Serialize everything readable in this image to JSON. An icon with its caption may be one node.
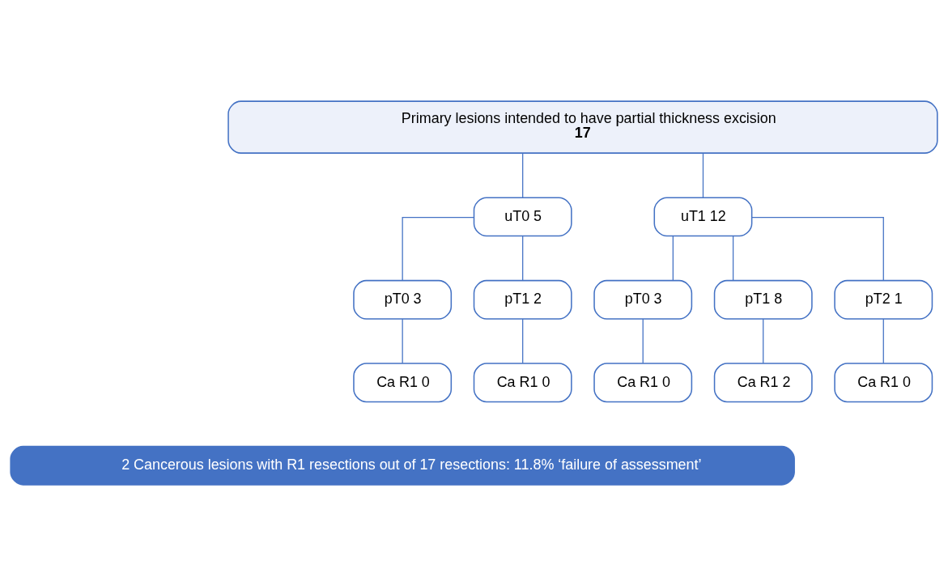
{
  "diagram": {
    "nodes": [
      {
        "text": [
          "Primary lesions intended to have partial thickness excision",
          "17"
        ]
      },
      {
        "text": [
          "uT0 5"
        ]
      },
      {
        "text": [
          "uT1 12"
        ]
      },
      {
        "text": [
          "pT0 3"
        ]
      },
      {
        "text": [
          "pT1 2"
        ]
      },
      {
        "text": [
          "pT0 3"
        ]
      },
      {
        "text": [
          "pT1 8"
        ]
      },
      {
        "text": [
          "pT2 1"
        ]
      },
      {
        "text": [
          "Ca R1 0"
        ]
      },
      {
        "text": [
          "Ca R1 0"
        ]
      },
      {
        "text": [
          "Ca R1 0"
        ]
      },
      {
        "text": [
          "Ca R1 2"
        ]
      },
      {
        "text": [
          "Ca R1 0"
        ]
      },
      {
        "text": [
          "2 Cancerous lesions with R1 resections out of 17 resections: 11.8% ‘failure of assessment’"
        ]
      }
    ],
    "edges": [
      {
        "from": 0,
        "to": 1,
        "arrow": "none"
      },
      {
        "from": 0,
        "to": 2,
        "arrow": "none"
      },
      {
        "from": 1,
        "to": 3,
        "arrow": "none"
      },
      {
        "from": 1,
        "to": 4,
        "arrow": "none"
      },
      {
        "from": 2,
        "to": 5,
        "arrow": "none"
      },
      {
        "from": 2,
        "to": 6,
        "arrow": "none"
      },
      {
        "from": 2,
        "to": 7,
        "arrow": "none"
      },
      {
        "from": 3,
        "to": 8,
        "arrow": "none"
      },
      {
        "from": 4,
        "to": 9,
        "arrow": "none"
      },
      {
        "from": 5,
        "to": 10,
        "arrow": "none"
      },
      {
        "from": 6,
        "to": 11,
        "arrow": "none"
      },
      {
        "from": 7,
        "to": 12,
        "arrow": "none"
      }
    ]
  }
}
